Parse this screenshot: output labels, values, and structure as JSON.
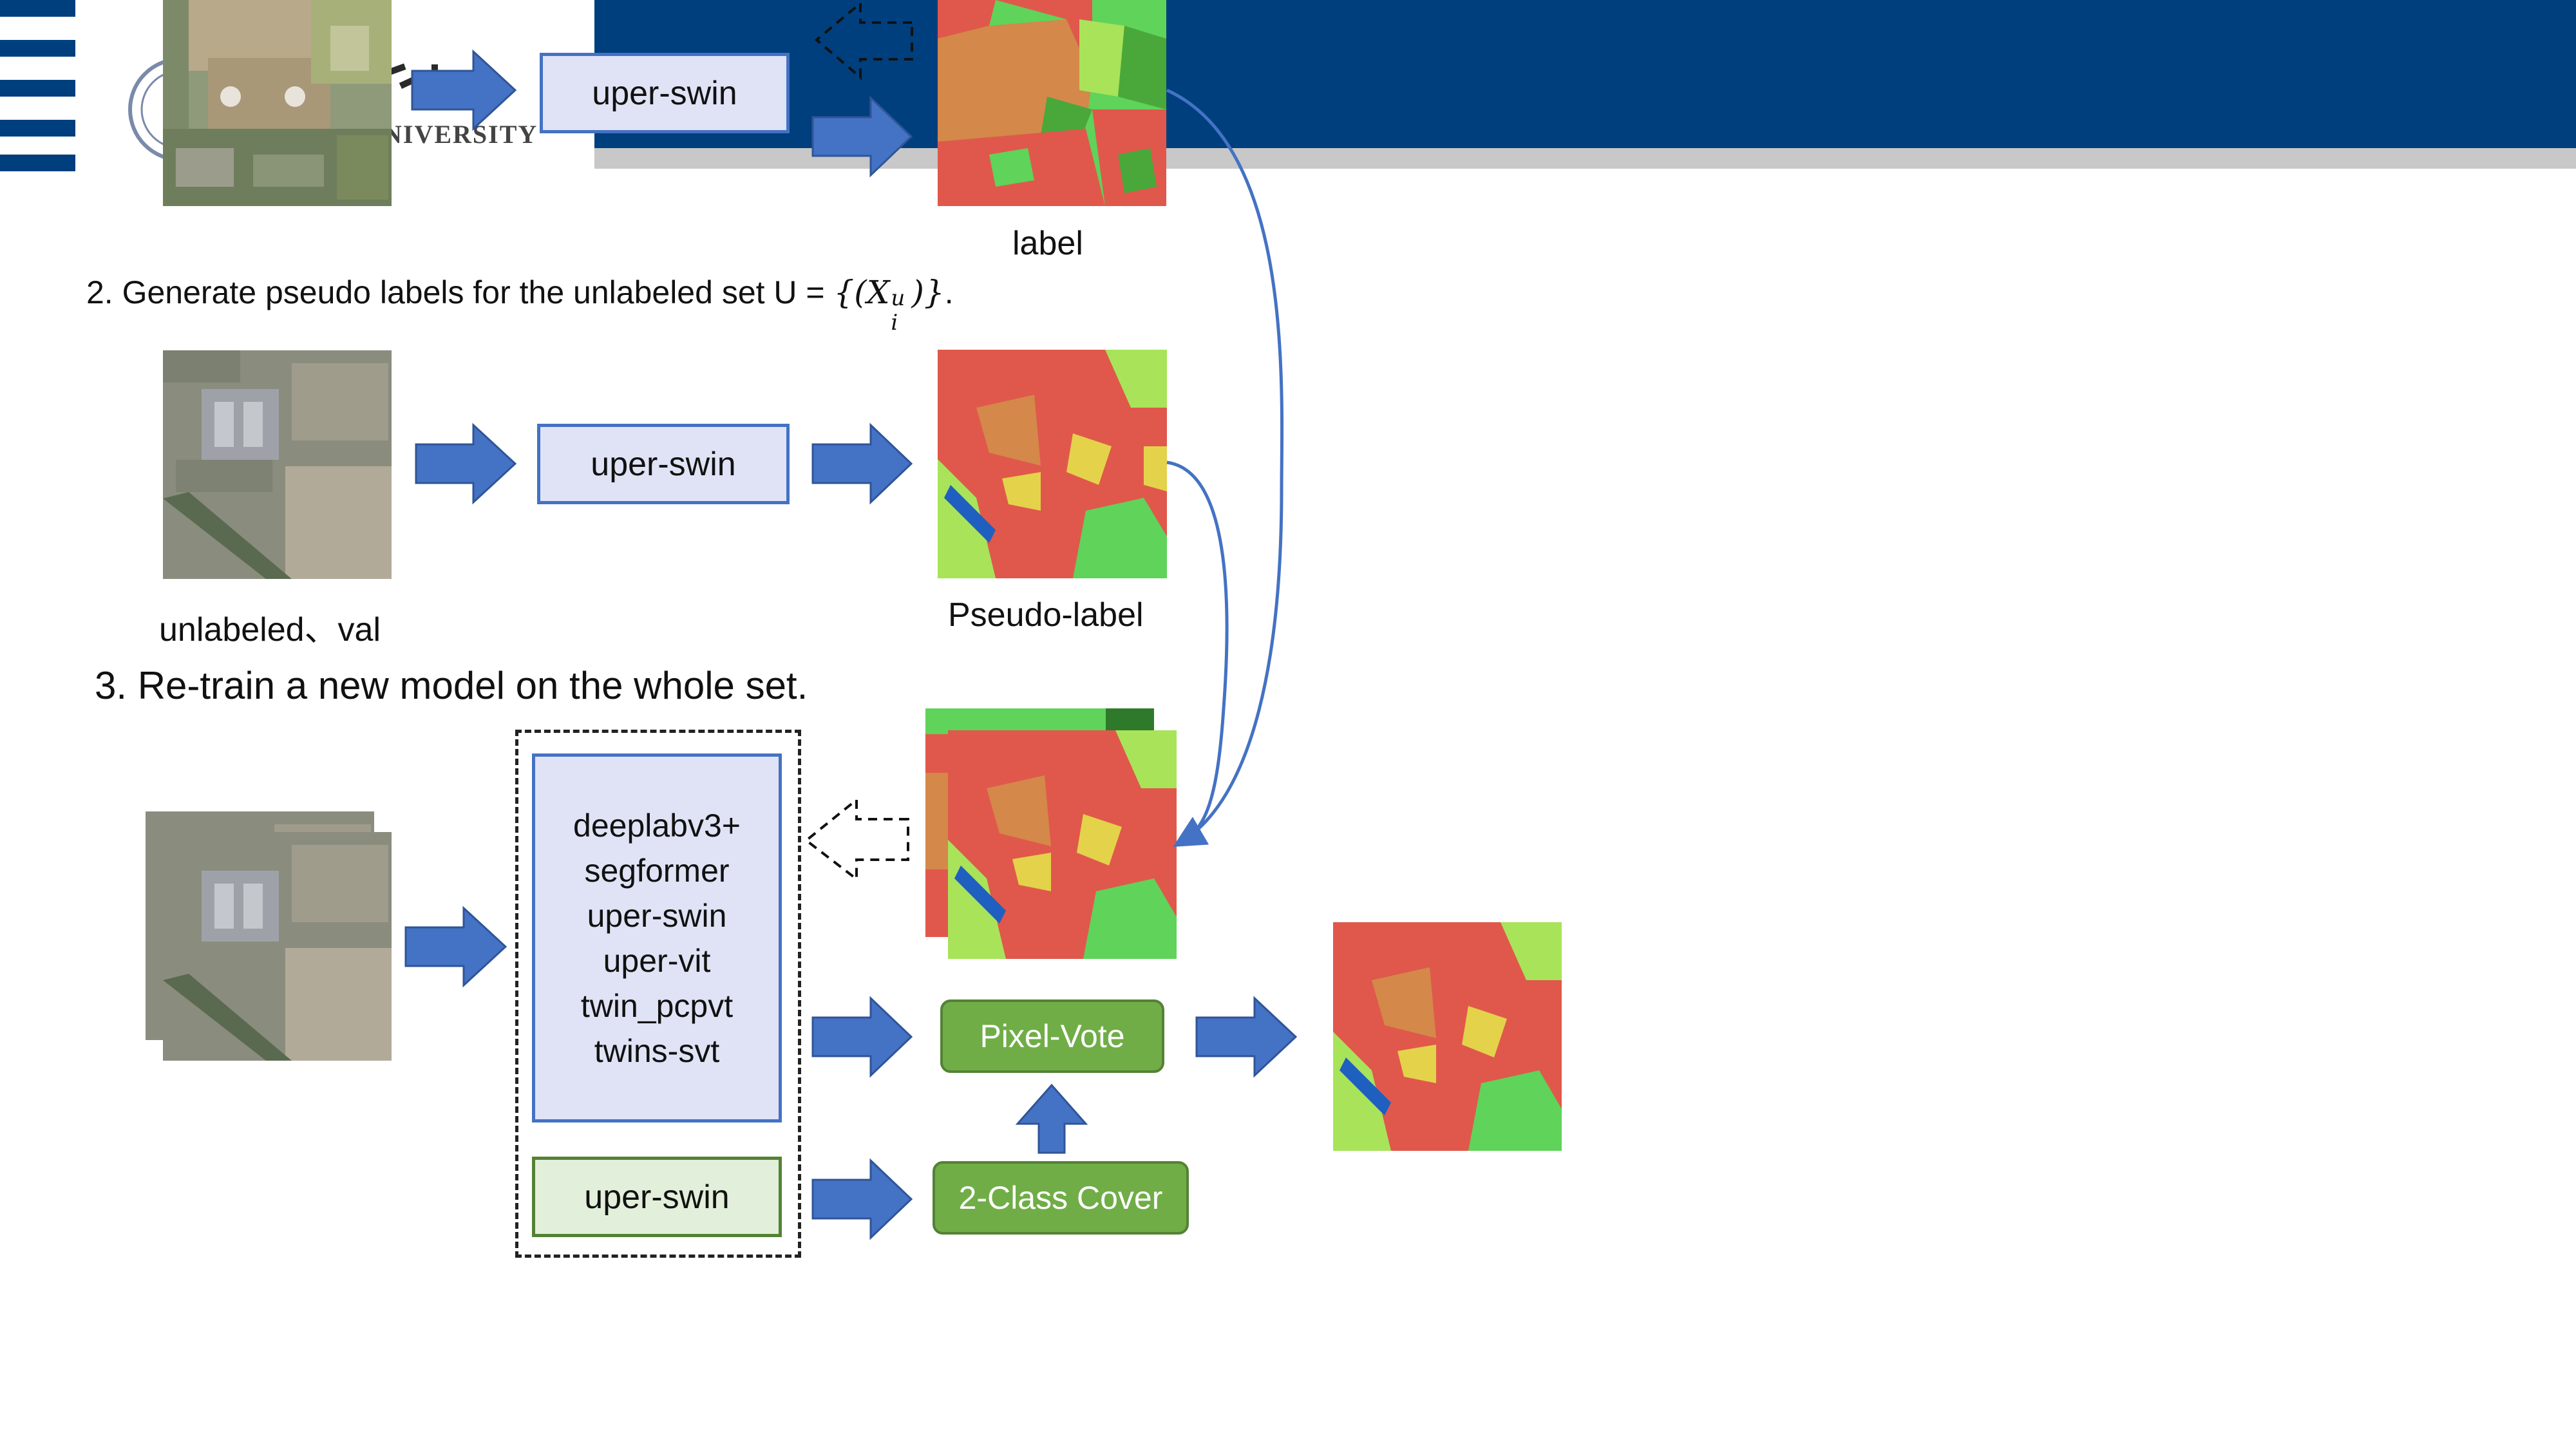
{
  "header": {
    "logo_text": "NIVERSITY",
    "bar_color": "#003f7d",
    "strip_color": "#c8c8c8"
  },
  "colors": {
    "arrow": "#4472c4",
    "model_fill": "#dfe3f5",
    "green": "#70ad47",
    "seg_red": "#e0584b",
    "seg_green": "#5fd35a",
    "seg_yellow": "#e3d24a",
    "seg_orange": "#d4884a"
  },
  "step1": {
    "model_label": "uper-swin",
    "output_label": "label"
  },
  "step2": {
    "title_prefix": "2. Generate pseudo labels for the unlabeled set U = ",
    "title_math": "{(X",
    "title_sup": "u",
    "title_sub": "i",
    "title_math_end": ")}",
    "title_suffix": ".",
    "input_label": "unlabeled、val",
    "model_label": "uper-swin",
    "output_label": "Pseudo-label"
  },
  "step3": {
    "title": "3. Re-train a new model on the whole set.",
    "models": [
      "deeplabv3+",
      "segformer",
      "uper-swin",
      "uper-vit",
      "twin_pcpvt",
      "twins-svt"
    ],
    "cover_model": "uper-swin",
    "vote_label": "Pixel-Vote",
    "cover_label": "2-Class Cover"
  }
}
